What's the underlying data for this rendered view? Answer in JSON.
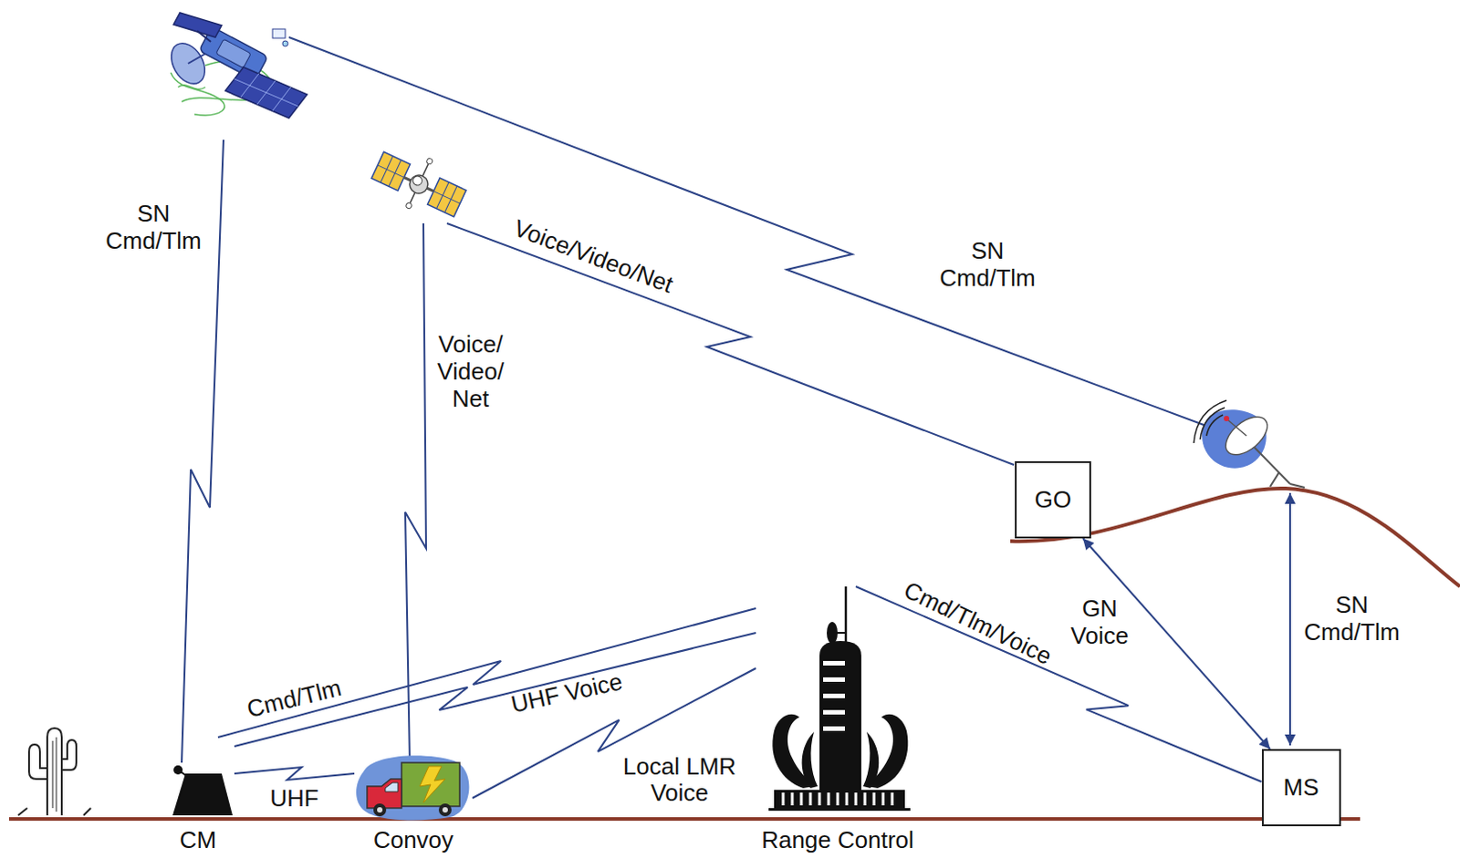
{
  "diagram": {
    "nodes": [
      {
        "text": [
          "CM"
        ]
      },
      {
        "text": [
          "Convoy"
        ]
      },
      {
        "text": [
          "Range Control"
        ]
      },
      {
        "text": [
          "GO"
        ]
      },
      {
        "text": [
          "MS"
        ]
      }
    ],
    "edges": [
      {
        "from": 0,
        "to": 1,
        "arrow": "none",
        "label": "UHF"
      },
      {
        "from": 0,
        "to": 2,
        "arrow": "none",
        "label": "Cmd/Tlm"
      },
      {
        "from": 0,
        "to": 2,
        "arrow": "none",
        "label": "UHF Voice"
      },
      {
        "from": 1,
        "to": 2,
        "arrow": "none",
        "label": "Local LMR Voice"
      },
      {
        "from": 2,
        "to": 4,
        "arrow": "none",
        "label": "Cmd/Tlm/Voice"
      },
      {
        "from": 3,
        "to": 4,
        "arrow": "both",
        "label": "GN Voice"
      }
    ],
    "labels": [
      "SN Cmd/Tlm",
      "Voice/ Video/ Net",
      "Voice/Video/Net",
      "SN Cmd/Tlm",
      "SN Cmd/Tlm"
    ]
  }
}
